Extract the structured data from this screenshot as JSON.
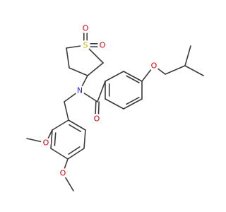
{
  "molecule": {
    "colors": {
      "bond": "#3a3a3a",
      "O": "#e0000a",
      "N": "#2a2adc",
      "S": "#c8b400"
    },
    "atoms": {
      "s1": {
        "symbol": "S",
        "color": "#c8b400"
      },
      "o_s1": {
        "symbol": "O",
        "color": "#e0000a"
      },
      "o_s2": {
        "symbol": "O",
        "color": "#e0000a"
      },
      "n": {
        "symbol": "N",
        "color": "#2a2adc"
      },
      "o_carbonyl": {
        "symbol": "O",
        "color": "#e0000a"
      },
      "o_ether": {
        "symbol": "O",
        "color": "#e0000a"
      },
      "o_meo1": {
        "symbol": "O",
        "color": "#e0000a"
      },
      "o_meo2": {
        "symbol": "O",
        "color": "#e0000a"
      }
    }
  }
}
